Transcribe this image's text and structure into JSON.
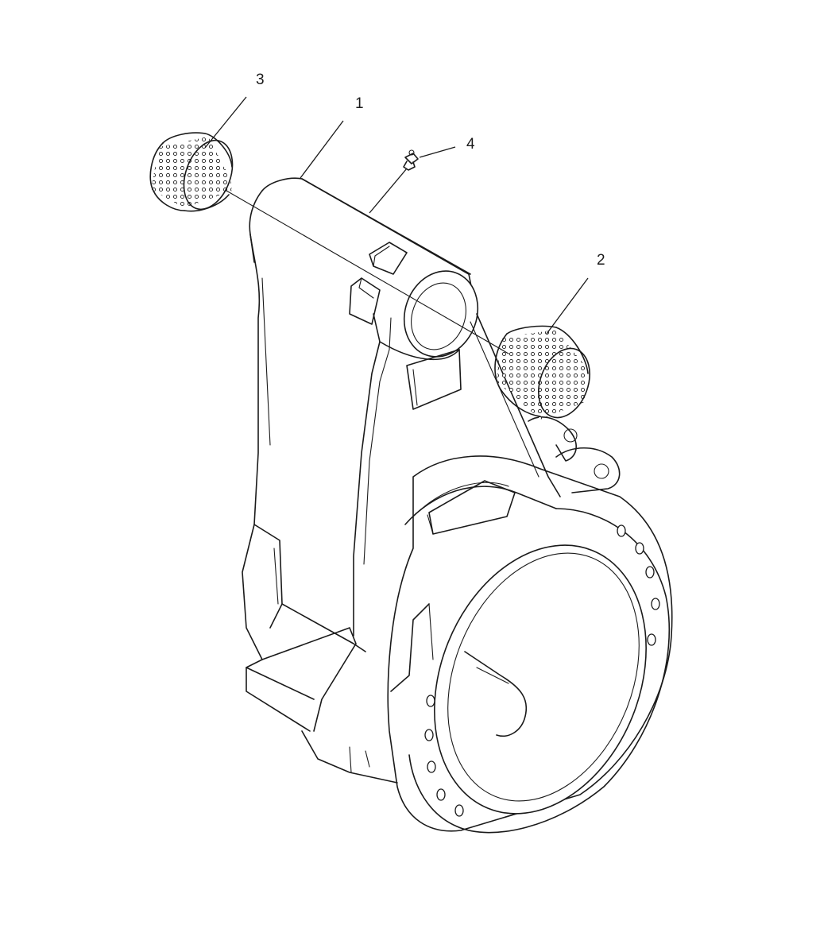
{
  "diagram": {
    "callouts": [
      {
        "id": "1",
        "label": "1",
        "part": "housing-arm"
      },
      {
        "id": "2",
        "label": "2",
        "part": "needle-bearing-right"
      },
      {
        "id": "3",
        "label": "3",
        "part": "needle-bearing-left"
      },
      {
        "id": "4",
        "label": "4",
        "part": "grease-fitting"
      }
    ],
    "colors": {
      "line": "#1a1a1a",
      "background": "#ffffff"
    }
  }
}
